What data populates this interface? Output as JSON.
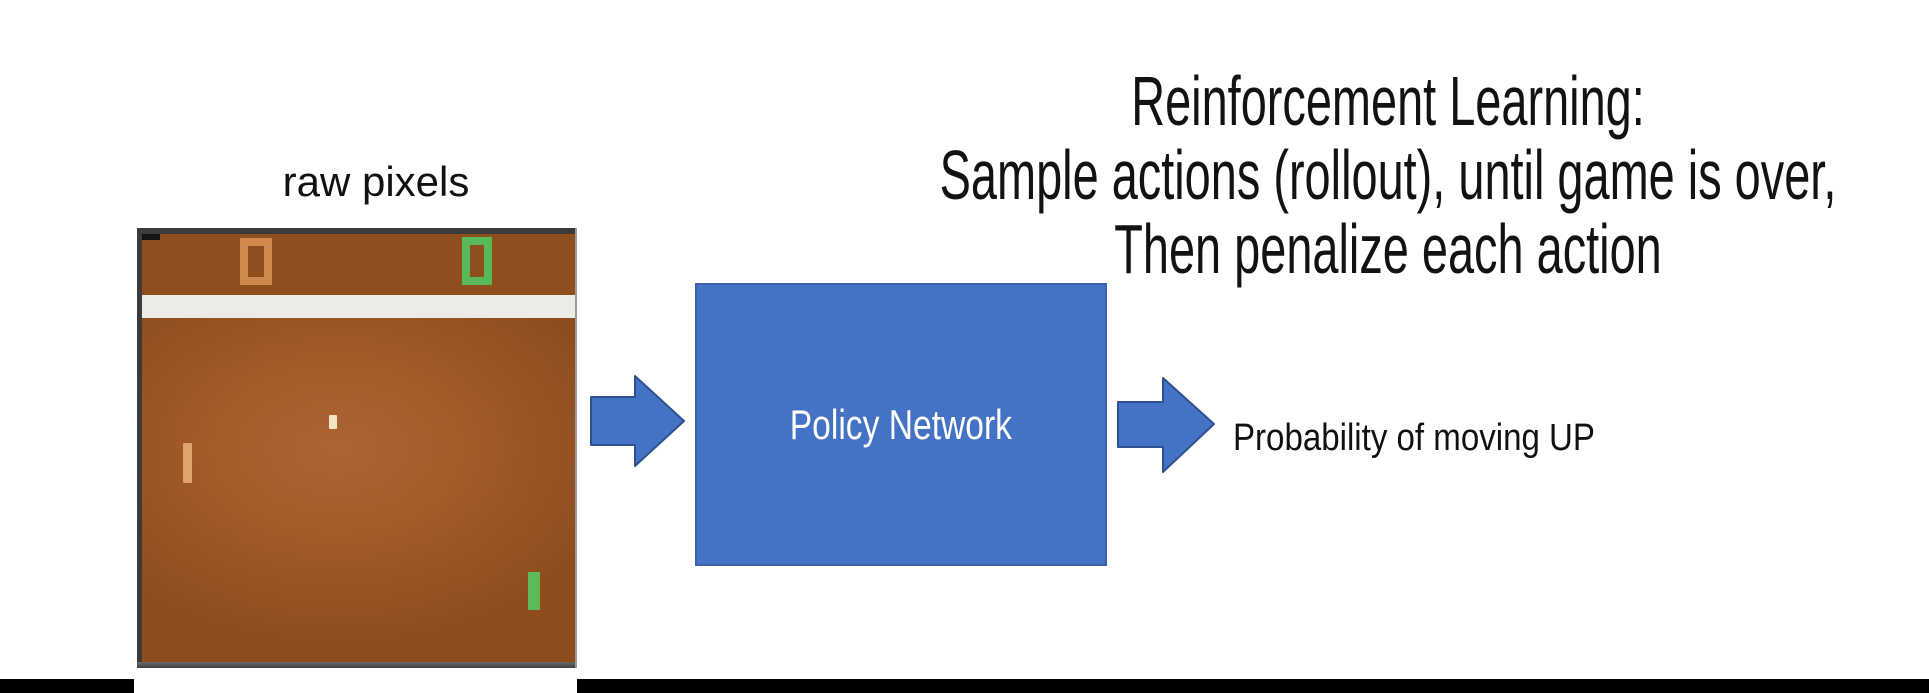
{
  "title": {
    "line1": "Reinforcement Learning:",
    "line2": "Sample actions (rollout), until game is over,",
    "line3": "Then penalize each action"
  },
  "pong": {
    "label": "raw pixels",
    "left_score": "0",
    "right_score": "0",
    "colors": {
      "score_band": "#8F4E1E",
      "field": "#A35B28",
      "divider": "#EDEBE6",
      "left_score_outline": "#D0894B",
      "right_score_outline": "#58B85A",
      "left_paddle": "#DFA469",
      "right_paddle": "#5CBA5C",
      "ball": "#F2E4C3",
      "frame": "#3b3b3b"
    }
  },
  "policy_box": {
    "label": "Policy Network",
    "fill": "#4472C4",
    "border": "#3A62AE",
    "text_color": "#ffffff"
  },
  "arrows": {
    "fill": "#4472C4",
    "border": "#2F528F"
  },
  "output": {
    "label": "Probability of moving UP"
  },
  "page": {
    "background": "#ffffff",
    "bottom_strip_color": "#000000"
  }
}
